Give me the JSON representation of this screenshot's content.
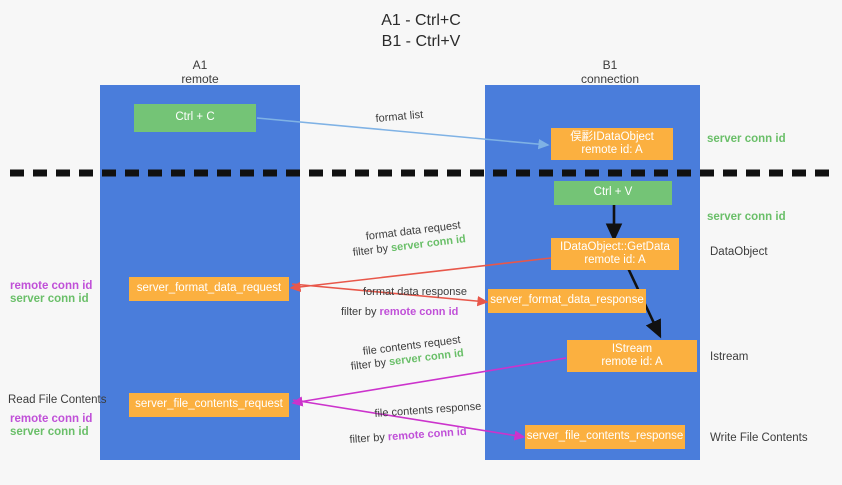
{
  "title": {
    "line1": "A1 - Ctrl+C",
    "line2": "B1 - Ctrl+V"
  },
  "columns": [
    {
      "name": "A1",
      "sub": "remote"
    },
    {
      "name": "B1",
      "sub": "connection"
    }
  ],
  "nodes": {
    "ctrl_c": {
      "label": "Ctrl + C"
    },
    "idataobject": {
      "line1": "俣彲IDataObject",
      "line2": "remote id: A"
    },
    "ctrl_v": {
      "label": "Ctrl + V"
    },
    "getdata": {
      "line1": "IDataObject::GetData",
      "line2": "remote id: A"
    },
    "fmt_req": {
      "label": "server_format_data_request"
    },
    "fmt_resp": {
      "label": "server_format_data_response"
    },
    "istream": {
      "line1": "IStream",
      "line2": "remote id: A"
    },
    "file_req": {
      "label": "server_file_contents_request"
    },
    "file_resp": {
      "label": "server_file_contents_response"
    }
  },
  "right_labels": {
    "server_conn_id_1": "server conn id",
    "server_conn_id_2": "server conn id",
    "dataobject": "DataObject",
    "istream": "Istream",
    "write_file_contents": "Write File Contents"
  },
  "left_labels": {
    "remote_conn_id_1": "remote conn id",
    "server_conn_id_1": "server conn id",
    "read_file_contents": "Read File Contents",
    "remote_conn_id_2": "remote conn id",
    "server_conn_id_2": "server conn id"
  },
  "arrow_labels": {
    "format_list": "format list",
    "format_data_request": "format data request",
    "format_data_request_filter_prefix": "filter by ",
    "format_data_request_filter_value": "server conn id",
    "format_data_response": "format data response",
    "format_data_response_filter_prefix": "filter by ",
    "format_data_response_filter_value": "remote conn id",
    "file_contents_request": "file contents request",
    "file_contents_request_filter_prefix": "filter by ",
    "file_contents_request_filter_value": "server conn id",
    "file_contents_response": "file contents response",
    "file_contents_response_filter_prefix": "filter by ",
    "file_contents_response_filter_value": "remote conn id"
  },
  "colors": {
    "lane": "#4a7ddb",
    "green_box": "#74c476",
    "orange_box": "#fbb040",
    "green_text": "#6abf69",
    "purple_text": "#c050d8",
    "red_arrow": "#e8574a",
    "magenta_arrow": "#cc33cc",
    "blue_arrow": "#7fb2e5",
    "black_arrow": "#111111",
    "background": "#f7f7f7"
  }
}
